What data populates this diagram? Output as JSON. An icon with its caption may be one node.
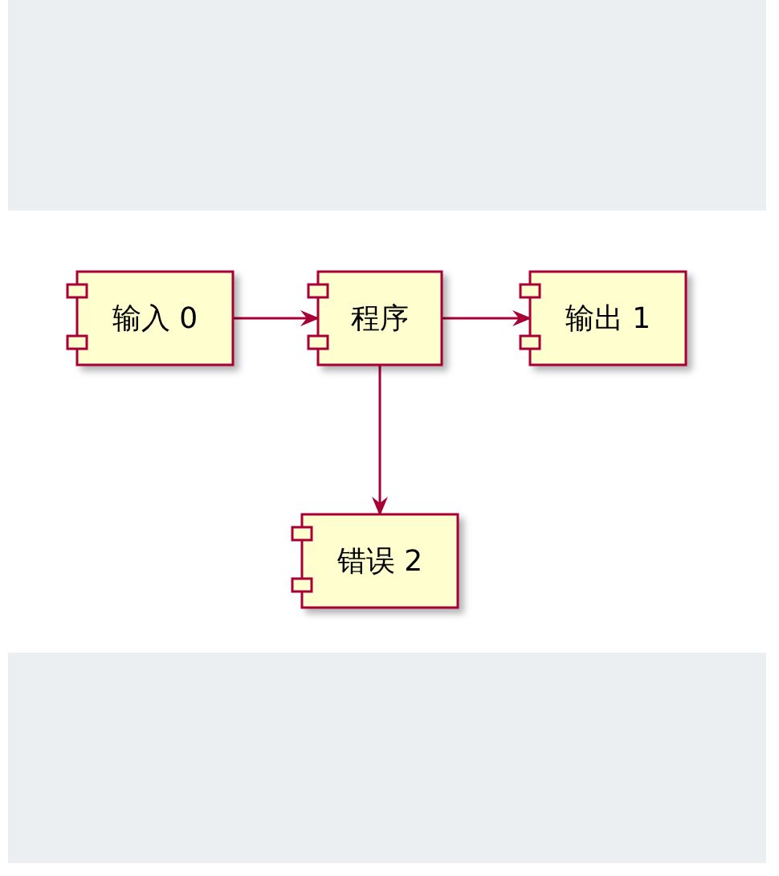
{
  "diagram": {
    "nodes": [
      {
        "text": [
          "输入 0"
        ]
      },
      {
        "text": [
          "程序"
        ]
      },
      {
        "text": [
          "输出 1"
        ]
      },
      {
        "text": [
          "错误 2"
        ]
      }
    ],
    "edges": [
      {
        "from": 0,
        "to": 1,
        "arrow": "to"
      },
      {
        "from": 1,
        "to": 2,
        "arrow": "to"
      },
      {
        "from": 1,
        "to": 3,
        "arrow": "to"
      }
    ]
  }
}
